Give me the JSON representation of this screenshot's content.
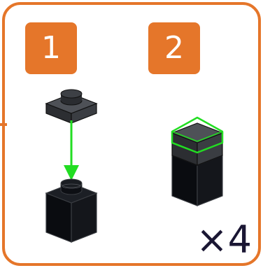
{
  "steps": [
    {
      "number": "1"
    },
    {
      "number": "2"
    }
  ],
  "quantity_label": "×4",
  "colors": {
    "frame": "#e5762a",
    "badge": "#e5762a",
    "arrow": "#22dd22",
    "highlight": "#22dd22",
    "plate_top": "#4a4d52",
    "plate_side": "#2c2e32",
    "brick": "#0d0f14"
  },
  "parts": {
    "step1": [
      "dark-gray-plate-1x1",
      "black-brick-1x1"
    ],
    "step2": [
      "assembled-brick-with-plate"
    ]
  }
}
